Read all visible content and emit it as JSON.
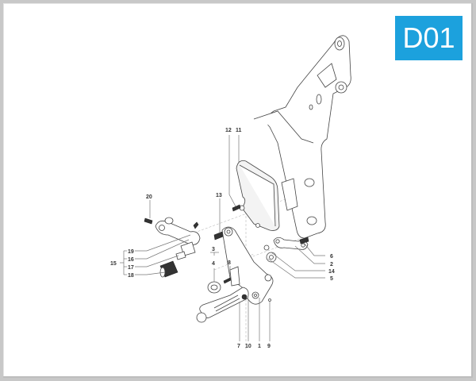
{
  "diagram": {
    "code": "D01",
    "badge_color": "#1ca1dd",
    "type": "exploded-parts-view",
    "subject": "footrest / gear shift lever assembly",
    "callouts": [
      {
        "id": "c20",
        "label": "20"
      },
      {
        "id": "c19",
        "label": "19"
      },
      {
        "id": "c16",
        "label": "16"
      },
      {
        "id": "c15",
        "label": "15"
      },
      {
        "id": "c17",
        "label": "17"
      },
      {
        "id": "c18",
        "label": "18"
      },
      {
        "id": "c12",
        "label": "12"
      },
      {
        "id": "c11",
        "label": "11"
      },
      {
        "id": "c13",
        "label": "13"
      },
      {
        "id": "c3",
        "label": "3"
      },
      {
        "id": "c4",
        "label": "4"
      },
      {
        "id": "c8",
        "label": "8"
      },
      {
        "id": "c6",
        "label": "6"
      },
      {
        "id": "c2",
        "label": "2"
      },
      {
        "id": "c14",
        "label": "14"
      },
      {
        "id": "c5",
        "label": "5"
      },
      {
        "id": "c7",
        "label": "7"
      },
      {
        "id": "c10",
        "label": "10"
      },
      {
        "id": "c1",
        "label": "1"
      },
      {
        "id": "c9",
        "label": "9"
      }
    ]
  }
}
